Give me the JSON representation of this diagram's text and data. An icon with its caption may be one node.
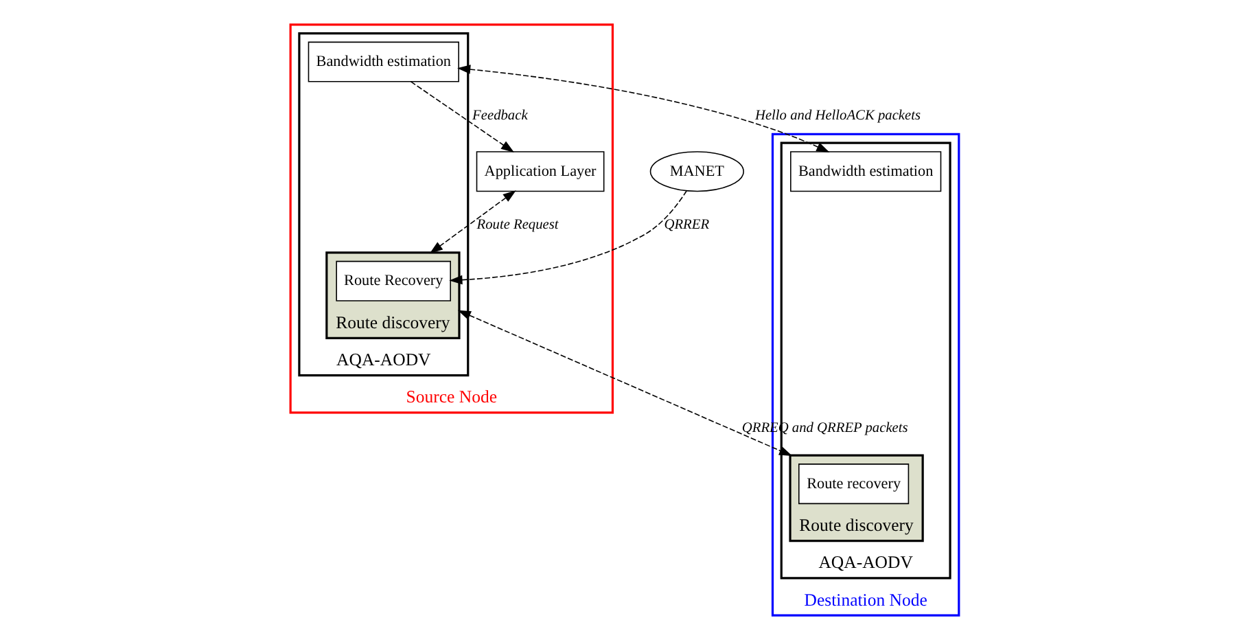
{
  "diagram": {
    "nodes": [
      {
        "text": [
          "Source Node"
        ]
      },
      {
        "text": [
          "Application Layer"
        ],
        "in": 0
      },
      {
        "text": [
          "AQA-AODV"
        ],
        "in": 0
      },
      {
        "text": [
          "Bandwidth estimation"
        ],
        "in": 2
      },
      {
        "text": [
          "Route discovery"
        ],
        "in": 2
      },
      {
        "text": [
          "Route Recovery"
        ],
        "in": 4
      },
      {
        "text": [
          "MANET"
        ]
      },
      {
        "text": [
          "Destination Node"
        ]
      },
      {
        "text": [
          "AQA-AODV"
        ],
        "in": 7
      },
      {
        "text": [
          "Bandwidth estimation"
        ],
        "in": 8
      },
      {
        "text": [
          "Route discovery"
        ],
        "in": 8
      },
      {
        "text": [
          "Route recovery"
        ],
        "in": 10
      }
    ],
    "edges": [
      {
        "from": 1,
        "to": 4,
        "arrow": "both",
        "label": "Route Request",
        "style": "dashed"
      },
      {
        "from": 3,
        "to": 1,
        "arrow": "to",
        "label": "Feedback",
        "style": "dashed"
      },
      {
        "from": 3,
        "to": 9,
        "arrow": "both",
        "label": "Hello and HelloACK packets",
        "style": "dashed"
      },
      {
        "from": 6,
        "to": 5,
        "arrow": "to",
        "label": "QRRER",
        "style": "dashed"
      },
      {
        "from": 4,
        "to": 10,
        "arrow": "both",
        "label": "QRREQ and QRREP packets",
        "style": "dashed"
      }
    ]
  }
}
